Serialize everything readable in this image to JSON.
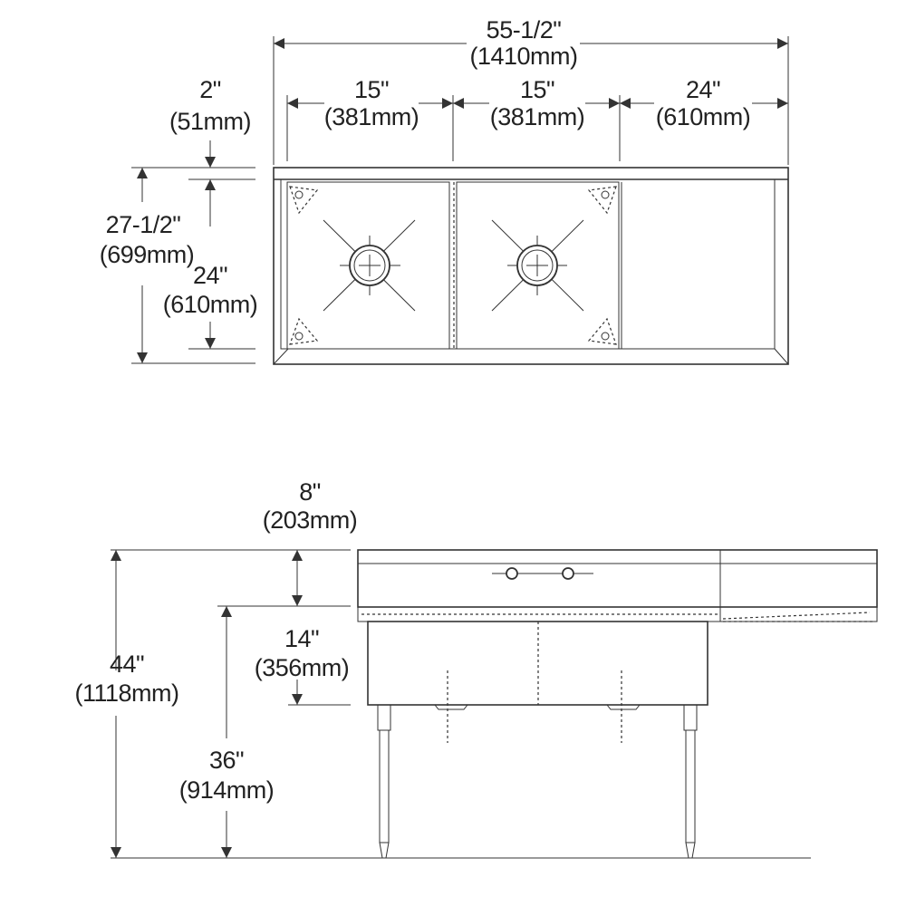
{
  "diagram": {
    "top_view": {
      "overall_width": {
        "in": "55-1/2\"",
        "mm": "(1410mm)"
      },
      "compartment_1_width": {
        "in": "15\"",
        "mm": "(381mm)"
      },
      "compartment_2_width": {
        "in": "15\"",
        "mm": "(381mm)"
      },
      "drainboard_width": {
        "in": "24\"",
        "mm": "(610mm)"
      },
      "backsplash_depth": {
        "in": "2\"",
        "mm": "(51mm)"
      },
      "overall_depth": {
        "in": "27-1/2\"",
        "mm": "(699mm)"
      },
      "bowl_depth": {
        "in": "24\"",
        "mm": "(610mm)"
      }
    },
    "front_view": {
      "backsplash_height": {
        "in": "8\"",
        "mm": "(203mm)"
      },
      "overall_height": {
        "in": "44\"",
        "mm": "(1118mm)"
      },
      "bowl_depth": {
        "in": "14\"",
        "mm": "(356mm)"
      },
      "rim_height": {
        "in": "36\"",
        "mm": "(914mm)"
      }
    }
  }
}
